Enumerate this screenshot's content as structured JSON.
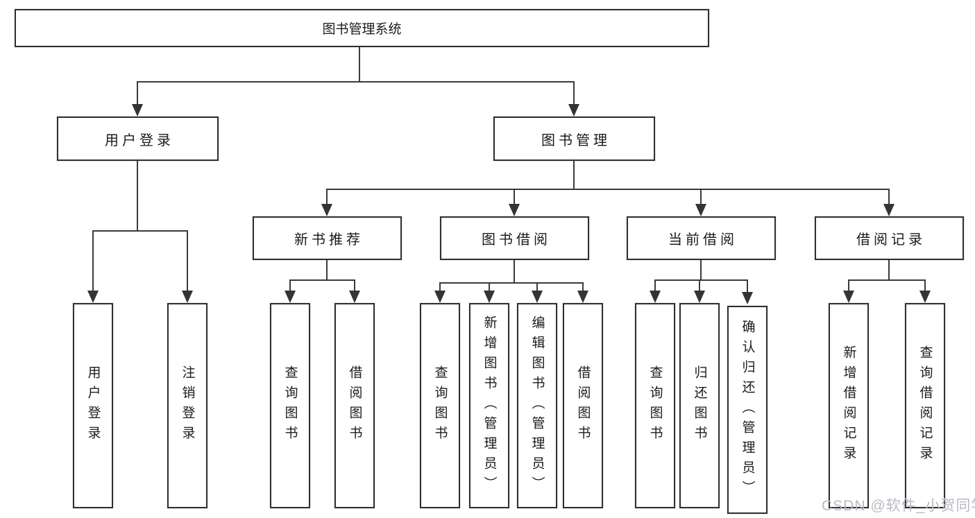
{
  "diagram": {
    "title": "图书管理系统",
    "type": "hierarchy-tree"
  },
  "nodes": {
    "root": {
      "label": "图书管理系统"
    },
    "level2": [
      {
        "label": "用户登录"
      },
      {
        "label": "图书管理"
      }
    ],
    "level3": [
      {
        "label": "新书推荐"
      },
      {
        "label": "图书借阅"
      },
      {
        "label": "当前借阅"
      },
      {
        "label": "借阅记录"
      }
    ],
    "leaves": [
      {
        "label": "用户登录",
        "parent": "用户登录"
      },
      {
        "label": "注销登录",
        "parent": "用户登录"
      },
      {
        "label": "查询图书",
        "parent": "新书推荐"
      },
      {
        "label": "借阅图书",
        "parent": "新书推荐"
      },
      {
        "label": "查询图书",
        "parent": "图书借阅"
      },
      {
        "label": "新增图书（管理员）",
        "parent": "图书借阅"
      },
      {
        "label": "编辑图书（管理员）",
        "parent": "图书借阅"
      },
      {
        "label": "借阅图书",
        "parent": "图书借阅"
      },
      {
        "label": "查询图书",
        "parent": "当前借阅"
      },
      {
        "label": "归还图书",
        "parent": "当前借阅"
      },
      {
        "label": "确认归还（管理员）",
        "parent": "当前借阅"
      },
      {
        "label": "新增借阅记录",
        "parent": "借阅记录"
      },
      {
        "label": "查询借阅记录",
        "parent": "借阅记录"
      }
    ]
  },
  "watermark": {
    "text": "CSDN @软件_小贺同学",
    "color": "#b7bbc1"
  },
  "colors": {
    "background": "#ffffff",
    "box_border": "#2f2f2f",
    "line": "#3a3a3a",
    "text": "#1b1b1b"
  }
}
